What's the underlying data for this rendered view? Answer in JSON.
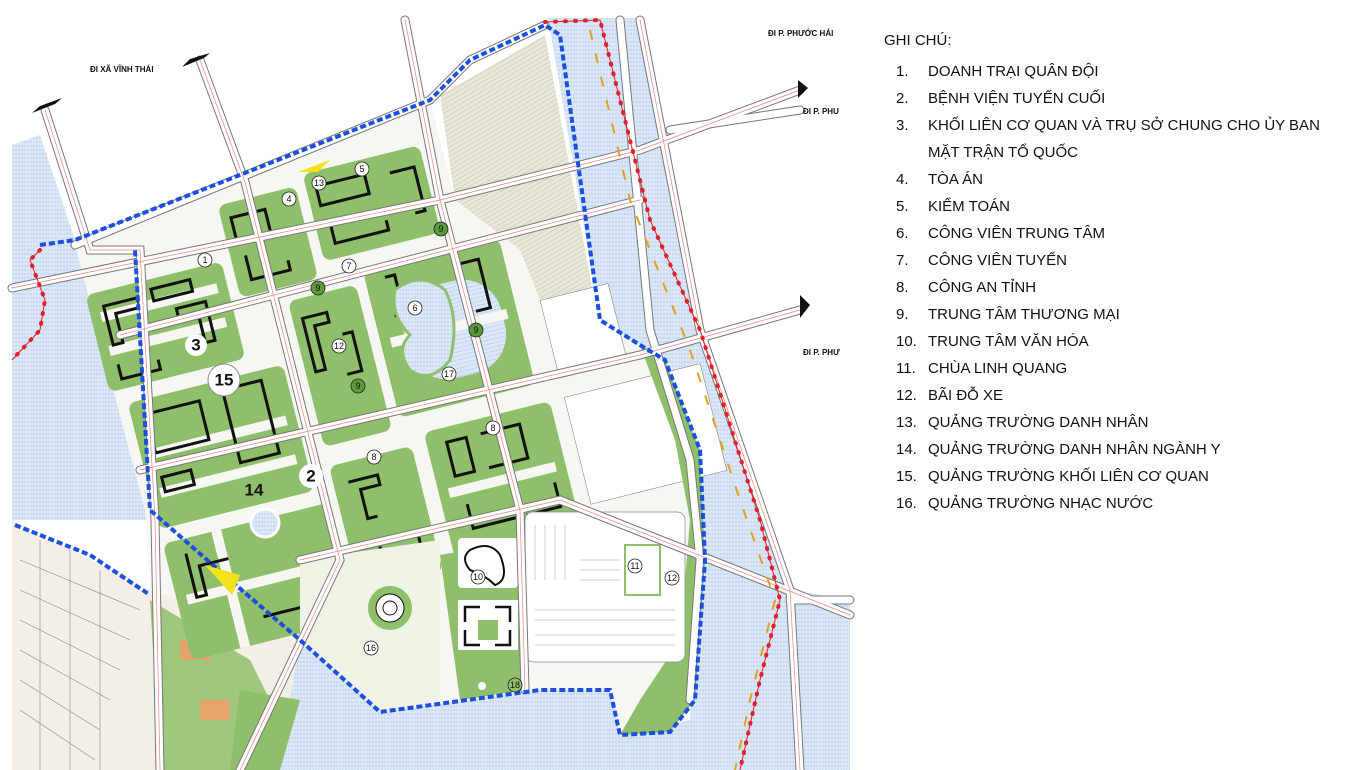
{
  "map": {
    "direction_labels": {
      "vinh_thai": "ĐI XÃ VĨNH THÁI",
      "phuoc_hai": "ĐI P. PHƯỚC HẢI",
      "phu_1": "ĐI P. PHU",
      "phu_2": "ĐI P. PHƯ"
    },
    "markers": {
      "m1": "1",
      "m2": "2",
      "m3": "3",
      "m4": "4",
      "m5": "5",
      "m6": "6",
      "m7": "7",
      "m8a": "8",
      "m8b": "8",
      "m9a": "9",
      "m9b": "9",
      "m9c": "9",
      "m9d": "9",
      "m10": "10",
      "m11": "11",
      "m12a": "12",
      "m12b": "12",
      "m13": "13",
      "m14": "14",
      "m15": "15",
      "m16": "16",
      "m17": "17",
      "m18": "18"
    },
    "colors": {
      "water": "#d9e6f6",
      "green": "#8fbf6a",
      "boundary": "#1a4fe0",
      "red_line": "#e0202a"
    }
  },
  "legend": {
    "title": "GHI CHÚ:",
    "items": [
      {
        "num": "1.",
        "text": "DOANH TRẠI QUÂN ĐỘI"
      },
      {
        "num": "2.",
        "text": "BỆNH VIỆN TUYẾN CUỐI"
      },
      {
        "num": "3.",
        "text": "KHỐI LIÊN CƠ QUAN  VÀ TRỤ SỞ CHUNG CHO ỦY BAN",
        "text2": "MẶT TRẬN TỔ QUỐC"
      },
      {
        "num": "4.",
        "text": "TÒA ÁN"
      },
      {
        "num": "5.",
        "text": "KIỂM TOÁN"
      },
      {
        "num": "6.",
        "text": "CÔNG VIÊN TRUNG TÂM"
      },
      {
        "num": "7.",
        "text": "CÔNG VIÊN TUYẾN"
      },
      {
        "num": "8.",
        "text": "CÔNG AN TỈNH"
      },
      {
        "num": "9.",
        "text": "TRUNG TÂM THƯƠNG MẠI"
      },
      {
        "num": "10.",
        "text": "TRUNG TÂM VĂN HÓA"
      },
      {
        "num": "11.",
        "text": "CHÙA LINH QUANG"
      },
      {
        "num": "12.",
        "text": "BÃI ĐỖ XE"
      },
      {
        "num": "13.",
        "text": "QUẢNG TRƯỜNG DANH NHÂN"
      },
      {
        "num": "14.",
        "text": "QUẢNG TRƯỜNG DANH NHÂN NGÀNH Y"
      },
      {
        "num": "15.",
        "text": "QUẢNG TRƯỜNG KHỐI LIÊN CƠ QUAN"
      },
      {
        "num": "16.",
        "text": "QUẢNG TRƯỜNG NHẠC NƯỚC"
      }
    ]
  }
}
